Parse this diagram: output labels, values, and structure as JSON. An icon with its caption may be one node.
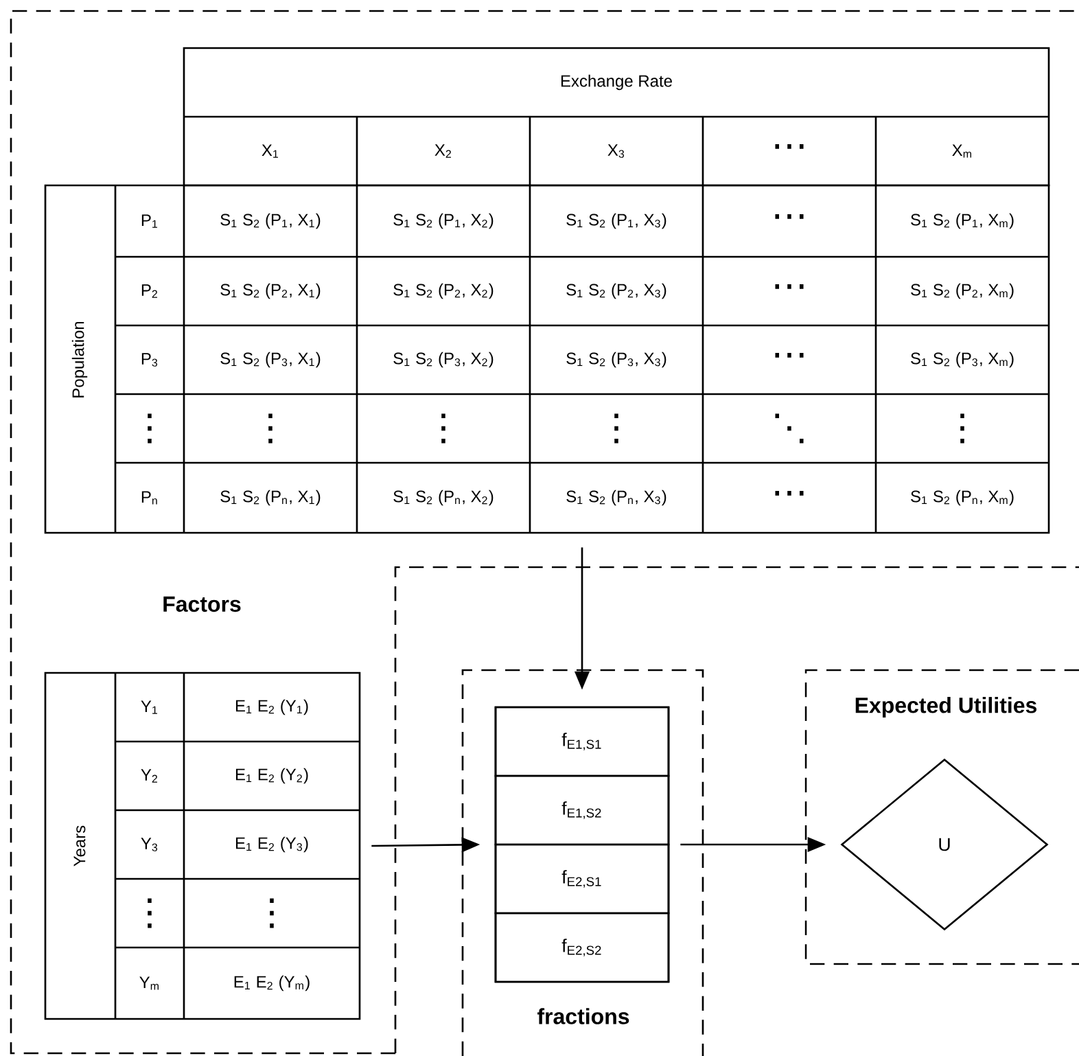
{
  "diagram": {
    "nodes": [
      {
        "text": [
          "Exchange Rate",
          "Population"
        ]
      },
      {
        "text": [
          "Years"
        ]
      },
      {
        "text": [
          "fractions"
        ]
      },
      {
        "text": [],
        "shape": "box",
        "in": 2
      },
      {
        "text": [
          "f$_{E1,S1}$"
        ],
        "in": 3
      },
      {
        "text": [
          "f$_{E1,S2}$"
        ],
        "in": 3
      },
      {
        "text": [
          "f$_{E2,S1}$"
        ],
        "in": 3
      },
      {
        "text": [
          "f$_{E2,S2}$"
        ],
        "in": 3
      },
      {
        "text": [
          "Expected Utilities"
        ]
      },
      {
        "text": [
          "U"
        ],
        "in": 8
      }
    ],
    "edges": [
      {
        "from": 0,
        "to": 3,
        "arrow": "to"
      },
      {
        "from": 1,
        "to": 3,
        "arrow": "to"
      },
      {
        "from": 3,
        "to": 9,
        "arrow": "to"
      }
    ],
    "labels": [
      "Factors",
      "X$_{1}$",
      "X$_{2}$",
      "X$_{3}$",
      "⋯",
      "X$_{m}$",
      "P$_{1}$",
      "S$_{1}$ S$_{2}$ (P$_{1}$, X$_{1}$)",
      "S$_{1}$ S$_{2}$ (P$_{1}$, X$_{2}$)",
      "S$_{1}$ S$_{2}$ (P$_{1}$, X$_{3}$)",
      "⋯",
      "S$_{1}$ S$_{2}$ (P$_{1}$, X$_{m}$)",
      "P$_{2}$",
      "S$_{1}$ S$_{2}$ (P$_{2}$, X$_{1}$)",
      "S$_{1}$ S$_{2}$ (P$_{2}$, X$_{2}$)",
      "S$_{1}$ S$_{2}$ (P$_{2}$, X$_{3}$)",
      "⋯",
      "S$_{1}$ S$_{2}$ (P$_{2}$, X$_{m}$)",
      "P$_{3}$",
      "S$_{1}$ S$_{2}$ (P$_{3}$, X$_{1}$)",
      "S$_{1}$ S$_{2}$ (P$_{3}$, X$_{2}$)",
      "S$_{1}$ S$_{2}$ (P$_{3}$, X$_{3}$)",
      "⋯",
      "S$_{1}$ S$_{2}$ (P$_{3}$, X$_{m}$)",
      "⋮",
      "⋮",
      "⋮",
      "⋮",
      "⋱",
      "⋮",
      "P$_{n}$",
      "S$_{1}$ S$_{2}$ (P$_{n}$, X$_{1}$)",
      "S$_{1}$ S$_{2}$ (P$_{n}$, X$_{2}$)",
      "S$_{1}$ S$_{2}$ (P$_{n}$, X$_{3}$)",
      "⋯",
      "S$_{1}$ S$_{2}$ (P$_{n}$, X$_{m}$)",
      "Y$_{1}$",
      "E$_{1}$ E$_{2}$ (Y$_{1}$)",
      "Y$_{2}$",
      "E$_{1}$ E$_{2}$ (Y$_{2}$)",
      "Y$_{3}$",
      "E$_{1}$ E$_{2}$ (Y$_{3}$)",
      "⋮",
      "⋮",
      "Y$_{m}$",
      "E$_{1}$ E$_{2}$ (Y$_{m}$)"
    ]
  }
}
